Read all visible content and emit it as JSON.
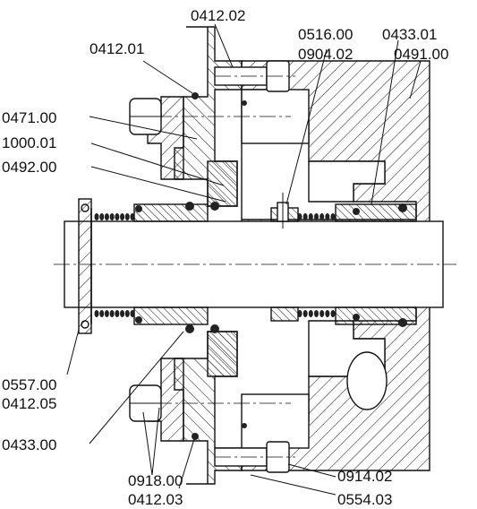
{
  "labels": {
    "l_0412_02": "0412.02",
    "l_0412_01": "0412.01",
    "l_0516_00": "0516.00",
    "l_0433_01": "0433.01",
    "l_0904_02": "0904.02",
    "l_0491_00": "0491.00",
    "l_0471_00": "0471.00",
    "l_1000_01": "1000.01",
    "l_0492_00": "0492.00",
    "l_0557_00": "0557.00",
    "l_0412_05": "0412.05",
    "l_0433_00": "0433.00",
    "l_0918_00": "0918.00",
    "l_0412_03": "0412.03",
    "l_0914_02": "0914.02",
    "l_0554_03": "0554.03"
  },
  "colors": {
    "line": "#111111",
    "hatch": "#111111",
    "background": "#ffffff"
  }
}
